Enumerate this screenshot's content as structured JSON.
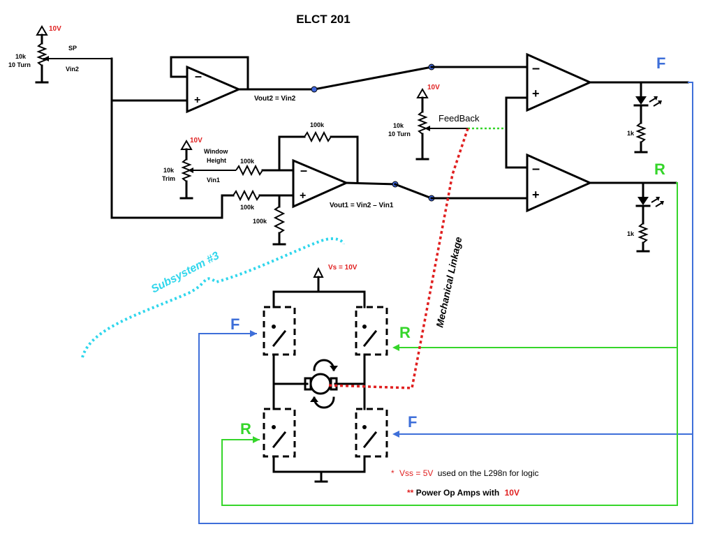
{
  "title": "ELCT 201",
  "colors": {
    "wire": "#000000",
    "forward": "#3e6fd9",
    "reverse": "#35d52a",
    "supply": "#e01f1f",
    "subsystem": "#2fd6ec",
    "linkage": "#e01f1f",
    "feedback": "#35d52a",
    "node": "#3f66d9"
  },
  "pot_sp": {
    "supply": "10V",
    "value": "10k",
    "turns": "10 Turn",
    "wiper": "SP",
    "signal": "Vin2"
  },
  "pot_window": {
    "supply": "10V",
    "value": "10k",
    "type": "Trim",
    "label_line1": "Window",
    "label_line2": "Height",
    "signal": "Vin1"
  },
  "pot_feedback": {
    "supply": "10V",
    "value": "10k",
    "turns": "10 Turn",
    "label": "FeedBack"
  },
  "resistors": {
    "feedback_r": "100k",
    "input_r": "100k",
    "plus_r": "100k",
    "ground_r": "100k",
    "led_f_r": "1k",
    "led_r_r": "1k"
  },
  "opamp_symbols": {
    "minus": "–",
    "plus": "+"
  },
  "outputs": {
    "vout2": "Vout2 = Vin2",
    "vout1": "Vout1 = Vin2 – Vin1",
    "f": "F",
    "r": "R"
  },
  "hbridge": {
    "supply": "Vs = 10V",
    "top_left": "F",
    "top_right": "R",
    "bottom_left": "R",
    "bottom_right": "F"
  },
  "annotations": {
    "subsystem": "Subsystem #3",
    "linkage": "Mechanical Linkage",
    "note1_star": "*",
    "note1_red": "Vss = 5V",
    "note1_rest": "used on the L298n for logic",
    "note2_star": "**",
    "note2_black": "Power Op Amps with",
    "note2_red": "10V"
  }
}
